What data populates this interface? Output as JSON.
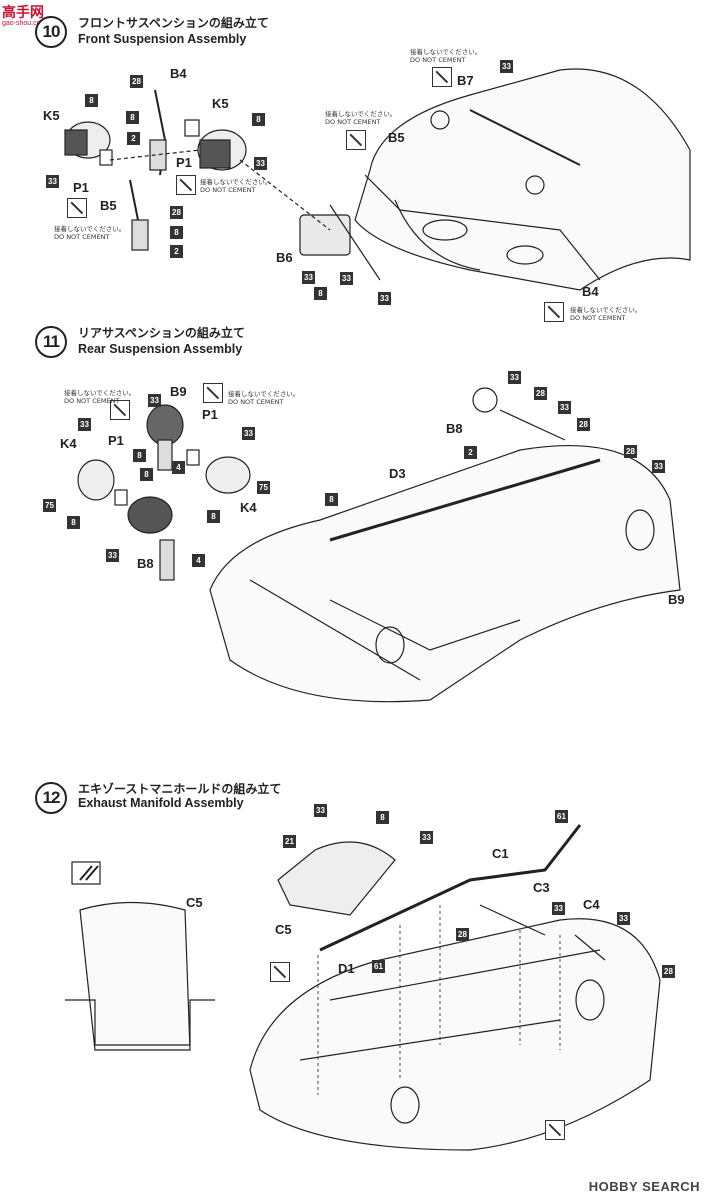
{
  "watermark_top": {
    "cn": "高手网",
    "url": "gao-shou.com"
  },
  "watermark_bottom": "HOBBY SEARCH",
  "dnc": {
    "jp": "接着しないでください。",
    "en": "DO NOT CEMENT"
  },
  "step10": {
    "title_jp": "フロントサスペンションの組み立て",
    "title_en": "Front Suspension Assembly",
    "labels": [
      "K5",
      "B4",
      "K5",
      "P1",
      "P1",
      "B5",
      "B7",
      "B5",
      "B6",
      "B4"
    ],
    "nums": [
      "28",
      "8",
      "8",
      "33",
      "2",
      "8",
      "33",
      "28",
      "8",
      "2",
      "33",
      "33",
      "33",
      "8",
      "33"
    ]
  },
  "step11": {
    "num": "11",
    "title_jp": "リアサスペンションの組み立て",
    "title_en": "Rear Suspension Assembly",
    "labels": [
      "B9",
      "P1",
      "P1",
      "K4",
      "K4",
      "B8",
      "B8",
      "D3",
      "B9"
    ],
    "nums": [
      "33",
      "8",
      "4",
      "33",
      "8",
      "75",
      "75",
      "8",
      "33",
      "8",
      "4",
      "33",
      "8",
      "2",
      "28",
      "33",
      "28",
      "33",
      "28",
      "33"
    ]
  },
  "step12": {
    "num": "12",
    "title_jp": "エキゾーストマニホールドの組み立て",
    "title_en": "Exhaust Manifold Assembly",
    "labels": [
      "C5",
      "C5",
      "C1",
      "C3",
      "C4",
      "D1"
    ],
    "nums": [
      "33",
      "8",
      "21",
      "33",
      "61",
      "28",
      "33",
      "33",
      "61",
      "28"
    ]
  }
}
